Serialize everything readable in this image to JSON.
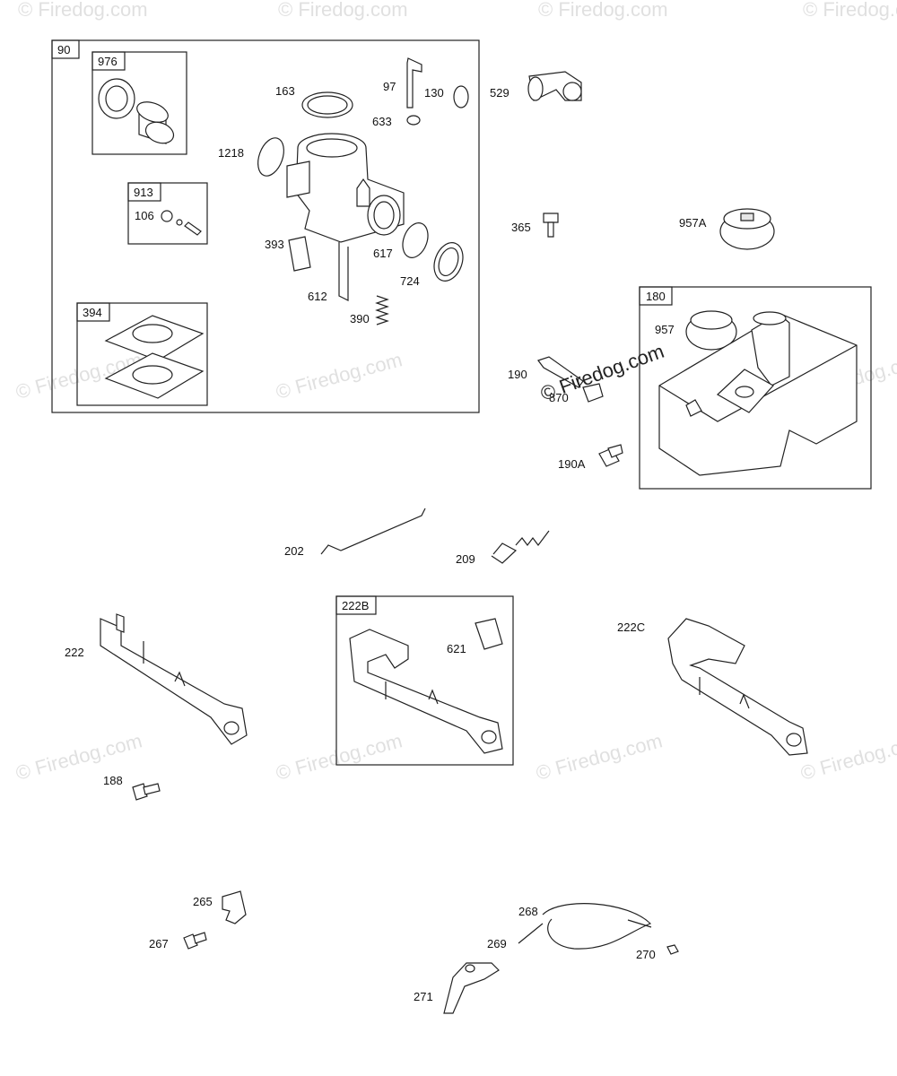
{
  "watermark": {
    "text": "© Firedog.com",
    "center_text": "© Firedog.com"
  },
  "groups": [
    {
      "id": "90",
      "label": "90"
    },
    {
      "id": "976",
      "label": "976"
    },
    {
      "id": "913",
      "label": "913"
    },
    {
      "id": "394",
      "label": "394"
    },
    {
      "id": "180",
      "label": "180"
    },
    {
      "id": "222B",
      "label": "222B"
    }
  ],
  "parts": [
    {
      "id": "163",
      "label": "163"
    },
    {
      "id": "97",
      "label": "97"
    },
    {
      "id": "130",
      "label": "130"
    },
    {
      "id": "633",
      "label": "633"
    },
    {
      "id": "1218",
      "label": "1218"
    },
    {
      "id": "106",
      "label": "106"
    },
    {
      "id": "393",
      "label": "393"
    },
    {
      "id": "617",
      "label": "617"
    },
    {
      "id": "724",
      "label": "724"
    },
    {
      "id": "612",
      "label": "612"
    },
    {
      "id": "390",
      "label": "390"
    },
    {
      "id": "529",
      "label": "529"
    },
    {
      "id": "365",
      "label": "365"
    },
    {
      "id": "957A",
      "label": "957A"
    },
    {
      "id": "957",
      "label": "957"
    },
    {
      "id": "190",
      "label": "190"
    },
    {
      "id": "870",
      "label": "870"
    },
    {
      "id": "190A",
      "label": "190A"
    },
    {
      "id": "202",
      "label": "202"
    },
    {
      "id": "209",
      "label": "209"
    },
    {
      "id": "222",
      "label": "222"
    },
    {
      "id": "621",
      "label": "621"
    },
    {
      "id": "222C",
      "label": "222C"
    },
    {
      "id": "188",
      "label": "188"
    },
    {
      "id": "265",
      "label": "265"
    },
    {
      "id": "267",
      "label": "267"
    },
    {
      "id": "268",
      "label": "268"
    },
    {
      "id": "269",
      "label": "269"
    },
    {
      "id": "270",
      "label": "270"
    },
    {
      "id": "271",
      "label": "271"
    }
  ]
}
